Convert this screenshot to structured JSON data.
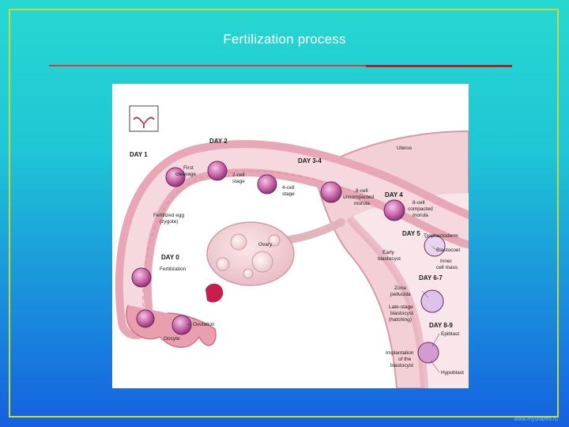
{
  "slide": {
    "title": "Fertilization process",
    "credit": "www.myshared.ru"
  },
  "diagram": {
    "labels": {
      "uterus": "Uterus",
      "day1": "DAY 1",
      "day2": "DAY 2",
      "day34": "DAY 3-4",
      "day4": "DAY 4",
      "day5": "DAY 5",
      "day0": "DAY 0",
      "day67": "DAY 6-7",
      "day89": "DAY 8-9",
      "first_cleavage": [
        "First",
        "cleavage"
      ],
      "two_cell": [
        "2-cell",
        "stage"
      ],
      "four_cell": [
        "4-cell",
        "stage"
      ],
      "eight_cell_uncompacted": [
        "8-cell",
        "uncompacted",
        "morula"
      ],
      "eight_cell_compacted": [
        "8-cell",
        "compacted",
        "morula"
      ],
      "zygote": [
        "Fertilized egg",
        "(zygote)"
      ],
      "trophectoderm": "Trophectoderm",
      "blastocoel": "Blastocoel",
      "inner_cell_mass": [
        "Inner",
        "cell mass"
      ],
      "early_blastocyst": [
        "Early",
        "blastocyst"
      ],
      "ovary": "Ovary",
      "fertilization": "Fertilization",
      "zona_pellucida": [
        "Zona",
        "pellucida"
      ],
      "late_blastocyst": [
        "Late-stage",
        "blastocyst",
        "(hatching)"
      ],
      "ovulation": "Ovulation",
      "oocyte": "Oocyte",
      "epiblast": "Epiblast",
      "implantation": [
        "Implantation",
        "of the",
        "blastocyst"
      ],
      "hypoblast": "Hypoblast"
    }
  }
}
